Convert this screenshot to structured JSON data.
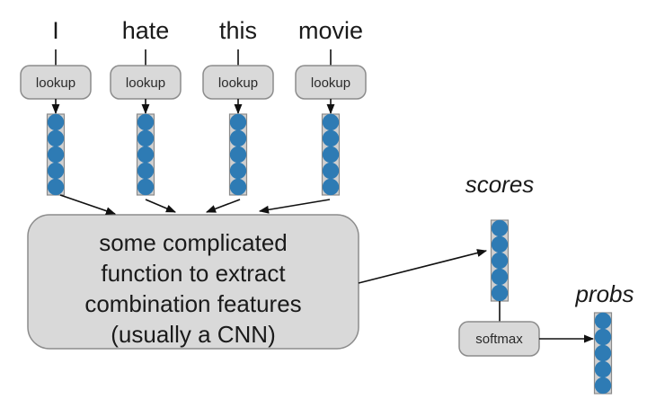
{
  "words": [
    "I",
    "hate",
    "this",
    "movie"
  ],
  "lookup_label": "lookup",
  "function_box": {
    "lines": [
      "some complicated",
      "function to extract",
      "combination features",
      "(usually a CNN)"
    ]
  },
  "scores_label": "scores",
  "softmax_label": "softmax",
  "probs_label": "probs",
  "vector_cells": 5,
  "colors": {
    "vector_fill": "#2e7bb4",
    "vector_border": "#8a8a8a",
    "box_fill": "#d9d9d9",
    "box_border": "#8c8c8c",
    "line": "#111111"
  }
}
